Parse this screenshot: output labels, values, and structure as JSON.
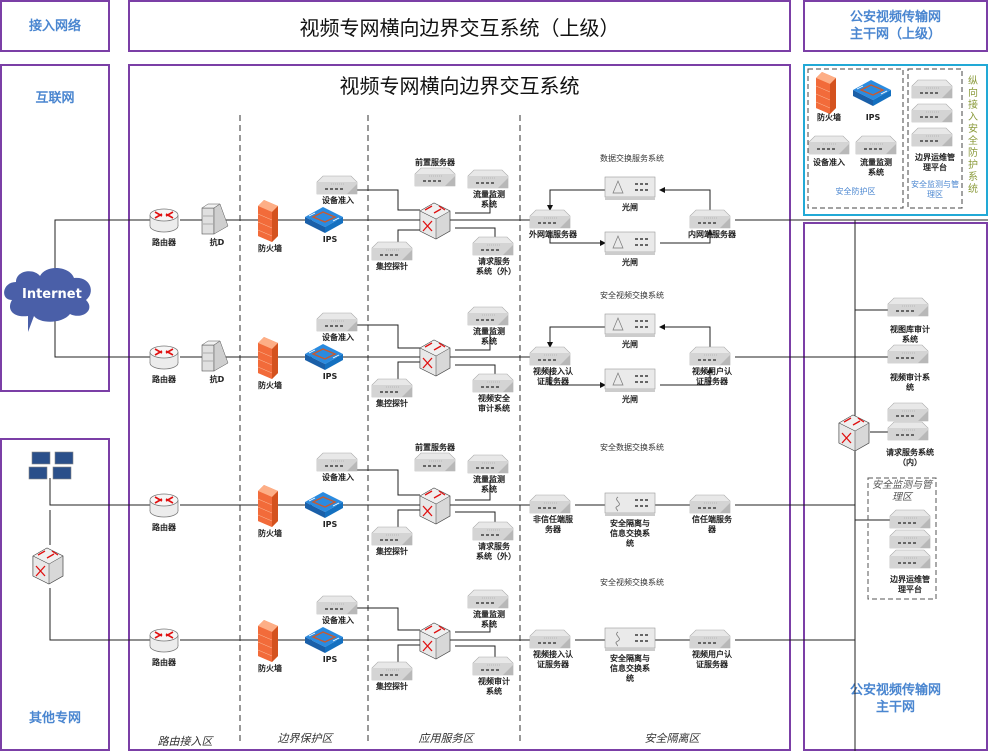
{
  "header": {
    "left_label": "接入网络",
    "title": "视频专网横向边界交互系统（上级）",
    "right_label_line1": "公安视频传输网",
    "right_label_line2": "主干网（上级）"
  },
  "main_title": "视频专网横向边界交互系统",
  "left_panels": {
    "internet_title": "互联网",
    "internet_cloud": "Internet",
    "other_title": "其他专网"
  },
  "right_panels": {
    "backbone_line1": "公安视频传输网",
    "backbone_line2": "主干网"
  },
  "zones": [
    "路由接入区",
    "边界保护区",
    "应用服务区",
    "安全隔离区"
  ],
  "vertical_protection": {
    "side_title": "纵向接入安全防护系统",
    "protect_zone": {
      "title": "安全防护区",
      "devices": [
        "防火墙",
        "IPS",
        "设备准入",
        "流量监测系统"
      ]
    },
    "monitor_zone": {
      "title": "安全监测与管理区",
      "devices": [
        "边界运维管理平台"
      ]
    }
  },
  "rows": [
    {
      "router": "路由器",
      "anti_ddos": "抗D",
      "firewall": "防火墙",
      "ips": "IPS",
      "access": "设备准入",
      "front_server": "前置服务器",
      "traffic": "流量监测系统",
      "probe": "集控探针",
      "extra": "请求服务系统（外）",
      "system_title": "数据交换服务系统",
      "left_server": "外网端服务器",
      "gate_top": "光闸",
      "gate_bottom": "光闸",
      "right_server": "内网端服务器"
    },
    {
      "router": "路由器",
      "anti_ddos": "抗D",
      "firewall": "防火墙",
      "ips": "IPS",
      "access": "设备准入",
      "traffic": "流量监测系统",
      "probe": "集控探针",
      "extra": "视频安全审计系统",
      "system_title": "安全视频交换系统",
      "left_server": "视频接入认证服务器",
      "gate_top": "光闸",
      "gate_bottom": "光闸",
      "right_server": "视频用户认证服务器"
    },
    {
      "router": "路由器",
      "firewall": "防火墙",
      "ips": "IPS",
      "access": "设备准入",
      "front_server": "前置服务器",
      "traffic": "流量监测系统",
      "probe": "集控探针",
      "extra": "请求服务系统（外）",
      "system_title": "安全数据交换系统",
      "left_server": "非信任端服务器",
      "middle": "安全隔离与信息交换系统",
      "right_server": "信任端服务器"
    },
    {
      "router": "路由器",
      "firewall": "防火墙",
      "ips": "IPS",
      "access": "设备准入",
      "traffic": "流量监测系统",
      "probe": "集控探针",
      "extra": "视频审计系统",
      "system_title": "安全视频交换系统",
      "left_server": "视频接入认证服务器",
      "middle": "安全隔离与信息交换系统",
      "right_server": "视频用户认证服务器"
    }
  ],
  "backbone_devices": {
    "view_audit": "视图库审计系统",
    "video_audit": "视频审计系统",
    "request_inner": "请求服务系统（内）",
    "monitor_zone_title": "安全监测与管理区",
    "ops_platform": "边界运维管理平台"
  },
  "colors": {
    "border": "#7b3fa6",
    "accent_blue": "#4a86d0",
    "cyan": "#22a9d6",
    "firewall": "#f26b3a",
    "ips": "#1f78c8",
    "cloud": "#4a5fa8",
    "olive": "#8a9a3a"
  }
}
